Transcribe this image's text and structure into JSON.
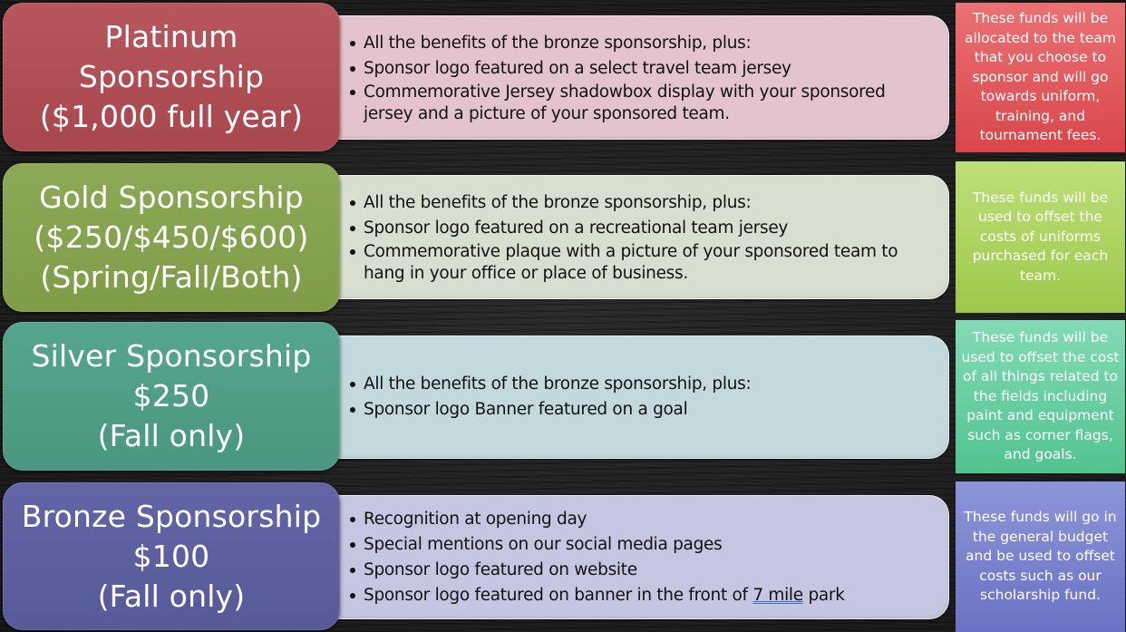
{
  "colors": {
    "background": "#1b1b1b",
    "platinum": {
      "title": "#b04f57",
      "benefit": "#e3c3ce",
      "fund_top": "#ea7173",
      "fund_bottom": "#d9464b"
    },
    "gold": {
      "title": "#86a34e",
      "benefit": "#d9dfd0",
      "fund_top": "#bfdf7a",
      "fund_bottom": "#9cc84a"
    },
    "silver": {
      "title": "#4e9d86",
      "benefit": "#c3d9de",
      "fund_top": "#82dbb6",
      "fund_bottom": "#52c38f"
    },
    "bronze": {
      "title": "#5c5f9f",
      "benefit": "#c6c6e2",
      "fund_top": "#8d95d8",
      "fund_bottom": "#6a72c4"
    }
  },
  "tiers": [
    {
      "id": "platinum",
      "title_lines": [
        "Platinum",
        "Sponsorship",
        "($1,000 full year)"
      ],
      "benefits": [
        "All the benefits of the bronze sponsorship, plus:",
        "Sponsor logo featured on a select travel team jersey",
        "Commemorative Jersey shadowbox display with your sponsored",
        "jersey and a picture of your sponsored team."
      ],
      "fund_text": "These funds will be allocated to the team that you choose to sponsor and will go towards uniform, training, and tournament fees."
    },
    {
      "id": "gold",
      "title_lines": [
        "Gold Sponsorship",
        "($250/$450/$600)",
        "(Spring/Fall/Both)"
      ],
      "benefits": [
        "All the benefits of the bronze sponsorship, plus:",
        "Sponsor logo featured on a recreational team jersey",
        "Commemorative plaque with a picture of your sponsored team to",
        "hang in your office or place of business."
      ],
      "fund_text": "These funds will be used to offset the costs of uniforms purchased for each team."
    },
    {
      "id": "silver",
      "title_lines": [
        "Silver Sponsorship",
        "$250",
        "(Fall only)"
      ],
      "benefits": [
        "All the benefits of the bronze sponsorship, plus:",
        "Sponsor logo Banner featured on a goal"
      ],
      "fund_text": "These funds will be used to offset the cost of all things related to the fields including paint and equipment such as corner flags, and goals."
    },
    {
      "id": "bronze",
      "title_lines": [
        "Bronze Sponsorship",
        "$100",
        "(Fall only)"
      ],
      "benefits": [
        "Recognition at opening day",
        "Special mentions on our social media pages",
        "Sponsor logo featured on website",
        "Sponsor logo featured on banner in the front of ",
        "7 mile",
        " park"
      ],
      "fund_text": "These funds will go in the general budget and be used to offset costs such as our scholarship fund."
    }
  ]
}
